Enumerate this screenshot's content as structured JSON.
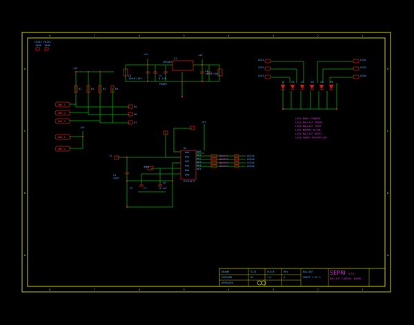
{
  "frame": {
    "col_labels": [
      "8",
      "7",
      "6",
      "5",
      "4",
      "3",
      "2",
      "1"
    ],
    "row_labels": [
      "D",
      "C",
      "B",
      "A"
    ]
  },
  "colors": {
    "background": "#000000",
    "frame": "#c8c800",
    "wire": "#00b000",
    "part": "#d01818",
    "text": "#4aa8ff",
    "magenta": "#d030d0"
  },
  "fuses": {
    "labels": [
      "FUSE1",
      "FUSE2"
    ],
    "sub": [
      "100B",
      "100B"
    ]
  },
  "power": {
    "left": "+5V",
    "top_mid": "+5V",
    "top_right": "+5V",
    "mid": "+5V",
    "center_right": "+5V"
  },
  "regulator": {
    "name": "LM7805",
    "ref": "U1",
    "in_cap": "C3",
    "in_val": "100uF/16V",
    "out_cap": "C4",
    "out_val": "100uF/16V",
    "cap2": "C5",
    "cap2_val": "0.1uF",
    "label": "POWER"
  },
  "connectors": {
    "left": [
      "SW1-1",
      "SW1-2",
      "SW1-3"
    ],
    "left2": [
      "SW2-1",
      "SW2-2"
    ]
  },
  "resistors": {
    "left_group": [
      "R1",
      "R2",
      "R3",
      "R4"
    ],
    "right_group": [
      "R5",
      "R6",
      "R7"
    ]
  },
  "mcu": {
    "name": "PIC16F73",
    "ref": "U2",
    "pins_left": [
      "RA0",
      "RA1",
      "RA2",
      "RA3",
      "RA4",
      "RA5"
    ],
    "pins_right": [
      "RB0",
      "RB1",
      "RB2",
      "RB3",
      "RB4",
      "RB5",
      "RB6",
      "RB7"
    ]
  },
  "crystal": {
    "ref": "Y1",
    "val": "4MHz",
    "c1": "C1",
    "c2": "C2",
    "cval": "22pF"
  },
  "mid_caps": {
    "c6": "C6",
    "c7": "C7",
    "val": "0.1uF"
  },
  "led_bus": {
    "inputs": [
      "LED1",
      "LED2",
      "LED3"
    ],
    "outputs": [
      "LED4",
      "LED5",
      "LED6"
    ],
    "leds": [
      "D1",
      "D2",
      "D3",
      "D4",
      "D5",
      "D6"
    ],
    "notes": [
      "LED1:MODE STANDBY",
      "LED2:BALLAST ERROR",
      "LED3:BALLAST TRIM",
      "LED4:NORMAL BLINK",
      "LED5:BALLAST BURST",
      "LED6:POWER AUTOMATION"
    ]
  },
  "outputs_mid": {
    "labels": [
      "MOSFET",
      "MOSFET",
      "MOSFET",
      "MOSFET"
    ],
    "right_labels": [
      "LED1A",
      "LED2A",
      "LED3A",
      "LED4A"
    ]
  },
  "title_block": {
    "company": "SEPRI",
    "company_suffix": "S.R.L.",
    "subtitle": "BALLAST CONTROL BOARD",
    "rows_left": [
      "DRAWN",
      "CHECKED",
      "APPROVED"
    ],
    "rows_mid": [
      "SIZE",
      "SCALE",
      "REV"
    ],
    "rows_mid2": [
      "A4",
      "1:1",
      "A"
    ],
    "sheet": "SHEET 1 OF 1",
    "doc": "BALLAST"
  }
}
